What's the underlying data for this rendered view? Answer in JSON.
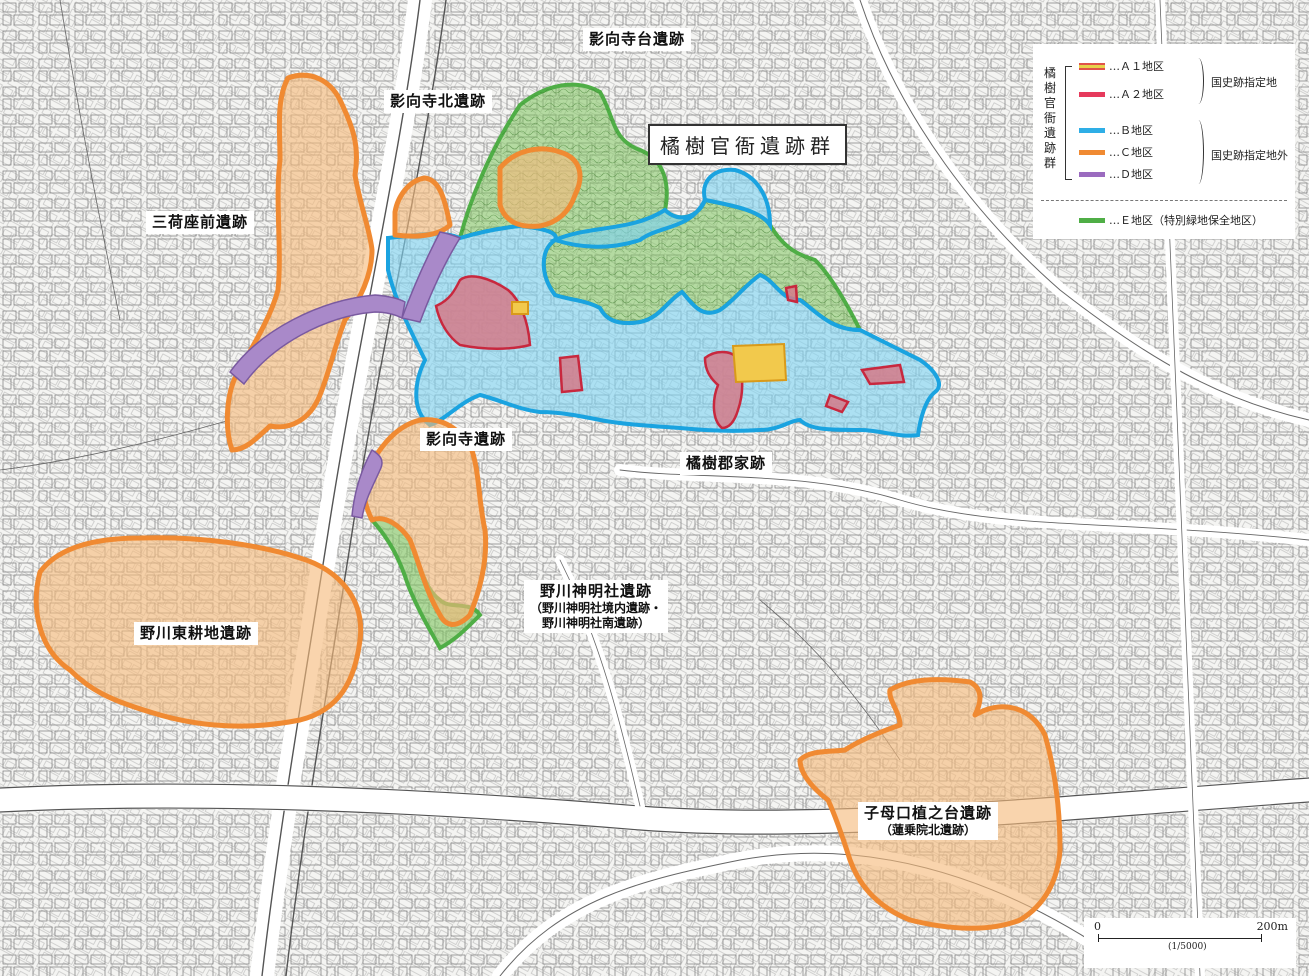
{
  "map": {
    "title": "橘樹官衙遺跡群",
    "colors": {
      "A1": "#f2c94c",
      "A2": "#e63a5c",
      "B": "#2eaee6",
      "C": "#f08a32",
      "D": "#9b6bbf",
      "E": "#4fae46"
    },
    "sites": [
      {
        "id": "yogoji-dai",
        "name": "影向寺台遺跡"
      },
      {
        "id": "yogoji-kita",
        "name": "影向寺北遺跡"
      },
      {
        "id": "mikaza-mae",
        "name": "三荷座前遺跡"
      },
      {
        "id": "yogoji",
        "name": "影向寺遺跡"
      },
      {
        "id": "tachibana-gunke",
        "name": "橘樹郡家跡"
      },
      {
        "id": "nogawa-shinmei",
        "name": "野川神明社遺跡",
        "sub": "（野川神明社境内遺跡・",
        "sub2": "野川神明社南遺跡）"
      },
      {
        "id": "nogawa-higashi",
        "name": "野川東耕地遺跡"
      },
      {
        "id": "shimoguchi",
        "name": "子母口植之台遺跡",
        "sub": "（蓮乗院北遺跡）"
      }
    ]
  },
  "legend": {
    "vertical_label": [
      "橘",
      "樹",
      "官",
      "衙",
      "遺",
      "跡",
      "群"
    ],
    "items": [
      {
        "key": "A1",
        "label": "…Ａ１地区"
      },
      {
        "key": "A2",
        "label": "…Ａ２地区"
      },
      {
        "key": "B",
        "label": "…Ｂ地区"
      },
      {
        "key": "C",
        "label": "…Ｃ地区"
      },
      {
        "key": "D",
        "label": "…Ｄ地区"
      },
      {
        "key": "E",
        "label": "…Ｅ地区（特別緑地保全地区）"
      }
    ],
    "group_designated": "国史跡指定地",
    "group_outside": "国史跡指定地外"
  },
  "scale": {
    "zero": "0",
    "end": "200m",
    "ratio": "(1/5000)"
  }
}
